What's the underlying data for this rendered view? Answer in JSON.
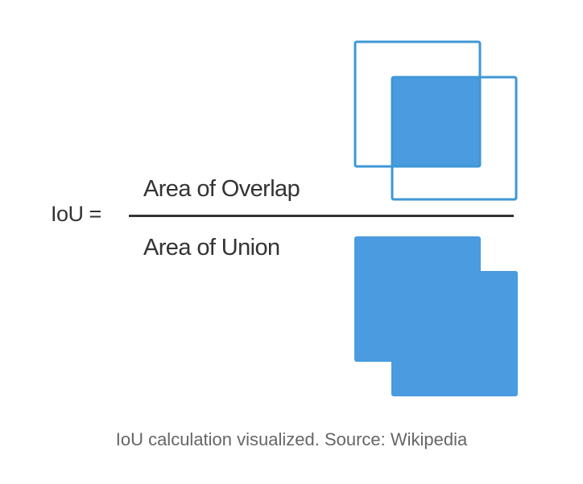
{
  "figure": {
    "lhs_text": "IoU =",
    "numerator_text": "Area of Overlap",
    "denominator_text": "Area of Union"
  },
  "caption": {
    "text": "IoU calculation visualized. Source: Wikipedia"
  },
  "colors": {
    "box_outline": "#3E97D6",
    "fill": "#4A9BE0",
    "text_dark": "#333333",
    "caption_text": "#666666"
  }
}
